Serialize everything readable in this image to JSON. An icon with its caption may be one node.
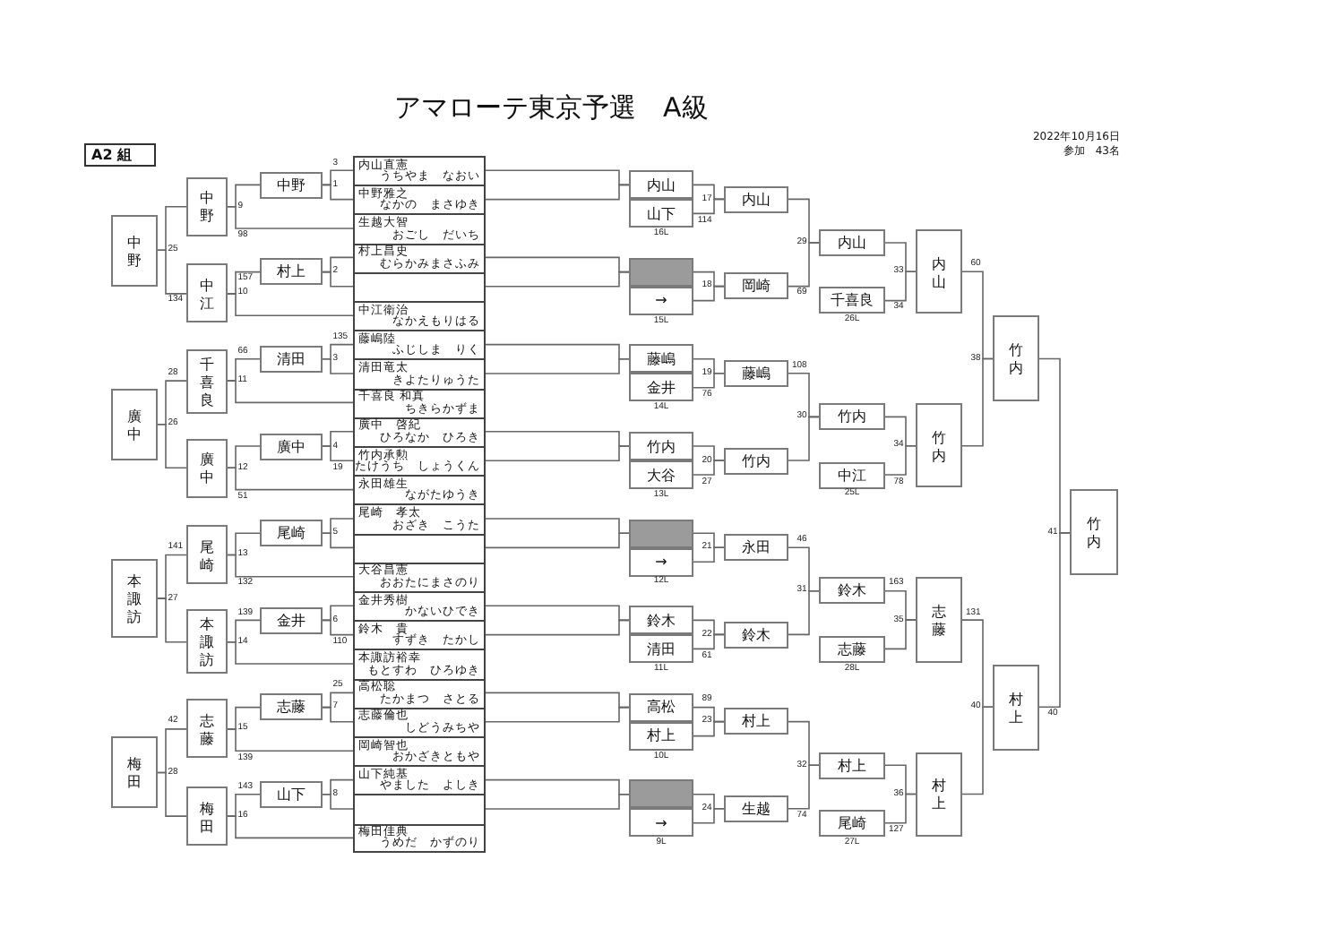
{
  "diagram": {
    "title": "アマローテ東京予選　A級",
    "nodes": [
      {
        "text": [
          "A2 組"
        ]
      },
      {
        "text": [
          "中野"
        ]
      },
      {
        "text": [
          "廣中"
        ]
      },
      {
        "text": [
          "本諏訪"
        ]
      },
      {
        "text": [
          "梅田"
        ]
      },
      {
        "text": [
          "中野"
        ]
      },
      {
        "text": [
          "中江"
        ]
      },
      {
        "text": [
          "千喜良"
        ]
      },
      {
        "text": [
          "廣中"
        ]
      },
      {
        "text": [
          "尾崎"
        ]
      },
      {
        "text": [
          "本諏訪"
        ]
      },
      {
        "text": [
          "志藤"
        ]
      },
      {
        "text": [
          "梅田"
        ]
      },
      {
        "text": [
          "中野"
        ]
      },
      {
        "text": [
          "村上"
        ]
      },
      {
        "text": [
          "清田"
        ]
      },
      {
        "text": [
          "廣中"
        ]
      },
      {
        "text": [
          "尾崎"
        ]
      },
      {
        "text": [
          "金井"
        ]
      },
      {
        "text": [
          "志藤"
        ]
      },
      {
        "text": [
          "山下"
        ]
      },
      {
        "text": [
          "内山直憲",
          "うちやま　なおい"
        ]
      },
      {
        "text": [
          "中野雅之",
          "なかの　まさゆき"
        ]
      },
      {
        "text": [
          "生越大智",
          "おごし　だいち"
        ]
      },
      {
        "text": [
          "村上昌史",
          "むらかみまさふみ"
        ]
      },
      {
        "text": [],
        "shape": "box"
      },
      {
        "text": [
          "中江衛治",
          "なかえもりはる"
        ]
      },
      {
        "text": [
          "藤嶋陸",
          "ふじしま　りく"
        ]
      },
      {
        "text": [
          "清田竜太",
          "きよたりゅうた"
        ]
      },
      {
        "text": [
          "千喜良 和真",
          "ちきらかずま"
        ]
      },
      {
        "text": [
          "廣中　啓紀",
          "ひろなか　ひろき"
        ]
      },
      {
        "text": [
          "竹内承勲",
          "たけうち　しょうくん"
        ]
      },
      {
        "text": [
          "永田雄生",
          "ながたゆうき"
        ]
      },
      {
        "text": [
          "尾崎　孝太",
          "おざき　こうた"
        ]
      },
      {
        "text": [],
        "shape": "box"
      },
      {
        "text": [
          "大谷昌憲",
          "おおたにまさのり"
        ]
      },
      {
        "text": [
          "金井秀樹",
          "かないひでき"
        ]
      },
      {
        "text": [
          "鈴木　貴",
          "すずき　たかし"
        ]
      },
      {
        "text": [
          "本諏訪裕幸",
          "もとすわ　ひろゆき"
        ]
      },
      {
        "text": [
          "高松聡",
          "たかまつ　さとる"
        ]
      },
      {
        "text": [
          "志藤倫也",
          "しどうみちや"
        ]
      },
      {
        "text": [
          "岡崎智也",
          "おかざきともや"
        ]
      },
      {
        "text": [
          "山下純基",
          "やました　よしき"
        ]
      },
      {
        "text": [],
        "shape": "box"
      },
      {
        "text": [
          "梅田佳典",
          "うめだ　かずのり"
        ]
      },
      {
        "text": [
          "内山"
        ]
      },
      {
        "text": [
          "山下"
        ],
        "beside": [
          "16L"
        ]
      },
      {
        "text": [],
        "shape": "box"
      },
      {
        "text": [
          "→"
        ],
        "beside": [
          "15L"
        ]
      },
      {
        "text": [
          "藤嶋"
        ]
      },
      {
        "text": [
          "金井"
        ],
        "beside": [
          "14L"
        ]
      },
      {
        "text": [
          "竹内"
        ]
      },
      {
        "text": [
          "大谷"
        ],
        "beside": [
          "13L"
        ]
      },
      {
        "text": [],
        "shape": "box"
      },
      {
        "text": [
          "→"
        ],
        "beside": [
          "12L"
        ]
      },
      {
        "text": [
          "鈴木"
        ]
      },
      {
        "text": [
          "清田"
        ],
        "beside": [
          "11L"
        ]
      },
      {
        "text": [
          "高松"
        ]
      },
      {
        "text": [
          "村上"
        ],
        "beside": [
          "10L"
        ]
      },
      {
        "text": [],
        "shape": "box"
      },
      {
        "text": [
          "→"
        ],
        "beside": [
          "9L"
        ]
      },
      {
        "text": [
          "内山"
        ]
      },
      {
        "text": [
          "岡崎"
        ]
      },
      {
        "text": [
          "藤嶋"
        ]
      },
      {
        "text": [
          "竹内"
        ]
      },
      {
        "text": [
          "永田"
        ]
      },
      {
        "text": [
          "鈴木"
        ]
      },
      {
        "text": [
          "村上"
        ]
      },
      {
        "text": [
          "生越"
        ]
      },
      {
        "text": [
          "内山"
        ]
      },
      {
        "text": [
          "千喜良"
        ],
        "beside": [
          "26L"
        ]
      },
      {
        "text": [
          "竹内"
        ]
      },
      {
        "text": [
          "中江"
        ],
        "beside": [
          "25L"
        ]
      },
      {
        "text": [
          "鈴木"
        ]
      },
      {
        "text": [
          "志藤"
        ],
        "beside": [
          "28L"
        ]
      },
      {
        "text": [
          "村上"
        ]
      },
      {
        "text": [
          "尾崎"
        ],
        "beside": [
          "27L"
        ]
      },
      {
        "text": [
          "内山"
        ]
      },
      {
        "text": [
          "竹内"
        ]
      },
      {
        "text": [
          "志藤"
        ]
      },
      {
        "text": [
          "村上"
        ]
      },
      {
        "text": [
          "竹内"
        ]
      },
      {
        "text": [
          "村上"
        ]
      },
      {
        "text": [
          "竹内"
        ]
      }
    ],
    "edges": [
      {
        "from": 21,
        "to": 13,
        "arrow": "none",
        "label": "1"
      },
      {
        "from": 22,
        "to": 13,
        "arrow": "none"
      },
      {
        "from": 24,
        "to": 14,
        "arrow": "none",
        "label": "2"
      },
      {
        "from": 25,
        "to": 14,
        "arrow": "none"
      },
      {
        "from": 27,
        "to": 15,
        "arrow": "none",
        "label": "3"
      },
      {
        "from": 28,
        "to": 15,
        "arrow": "none"
      },
      {
        "from": 30,
        "to": 16,
        "arrow": "none",
        "label": "4"
      },
      {
        "from": 31,
        "to": 16,
        "arrow": "none"
      },
      {
        "from": 33,
        "to": 17,
        "arrow": "none",
        "label": "5"
      },
      {
        "from": 34,
        "to": 17,
        "arrow": "none"
      },
      {
        "from": 36,
        "to": 18,
        "arrow": "none",
        "label": "6"
      },
      {
        "from": 37,
        "to": 18,
        "arrow": "none"
      },
      {
        "from": 39,
        "to": 19,
        "arrow": "none",
        "label": "7"
      },
      {
        "from": 40,
        "to": 19,
        "arrow": "none"
      },
      {
        "from": 42,
        "to": 20,
        "arrow": "none",
        "label": "8"
      },
      {
        "from": 43,
        "to": 20,
        "arrow": "none"
      },
      {
        "from": 13,
        "to": 5,
        "arrow": "none",
        "label": "9"
      },
      {
        "from": 23,
        "to": 5,
        "arrow": "none"
      },
      {
        "from": 14,
        "to": 6,
        "arrow": "none",
        "label": "10"
      },
      {
        "from": 26,
        "to": 6,
        "arrow": "none"
      },
      {
        "from": 15,
        "to": 7,
        "arrow": "none",
        "label": "11"
      },
      {
        "from": 29,
        "to": 7,
        "arrow": "none"
      },
      {
        "from": 16,
        "to": 8,
        "arrow": "none",
        "label": "12"
      },
      {
        "from": 32,
        "to": 8,
        "arrow": "none"
      },
      {
        "from": 17,
        "to": 9,
        "arrow": "none",
        "label": "13"
      },
      {
        "from": 35,
        "to": 9,
        "arrow": "none"
      },
      {
        "from": 18,
        "to": 10,
        "arrow": "none",
        "label": "14"
      },
      {
        "from": 38,
        "to": 10,
        "arrow": "none"
      },
      {
        "from": 19,
        "to": 11,
        "arrow": "none",
        "label": "15"
      },
      {
        "from": 41,
        "to": 11,
        "arrow": "none"
      },
      {
        "from": 20,
        "to": 12,
        "arrow": "none",
        "label": "16"
      },
      {
        "from": 44,
        "to": 12,
        "arrow": "none"
      },
      {
        "from": 5,
        "to": 1,
        "arrow": "none",
        "label": "25"
      },
      {
        "from": 6,
        "to": 1,
        "arrow": "none"
      },
      {
        "from": 7,
        "to": 2,
        "arrow": "none",
        "label": "26"
      },
      {
        "from": 8,
        "to": 2,
        "arrow": "none"
      },
      {
        "from": 9,
        "to": 3,
        "arrow": "none",
        "label": "27"
      },
      {
        "from": 10,
        "to": 3,
        "arrow": "none"
      },
      {
        "from": 11,
        "to": 4,
        "arrow": "none",
        "label": "28"
      },
      {
        "from": 12,
        "to": 4,
        "arrow": "none"
      },
      {
        "from": 21,
        "to": 45,
        "arrow": "none"
      },
      {
        "from": 22,
        "to": 45,
        "arrow": "none"
      },
      {
        "from": 24,
        "to": 47,
        "arrow": "none"
      },
      {
        "from": 25,
        "to": 47,
        "arrow": "none"
      },
      {
        "from": 27,
        "to": 49,
        "arrow": "none"
      },
      {
        "from": 28,
        "to": 49,
        "arrow": "none"
      },
      {
        "from": 30,
        "to": 51,
        "arrow": "none"
      },
      {
        "from": 31,
        "to": 51,
        "arrow": "none"
      },
      {
        "from": 33,
        "to": 53,
        "arrow": "none"
      },
      {
        "from": 34,
        "to": 53,
        "arrow": "none"
      },
      {
        "from": 36,
        "to": 55,
        "arrow": "none"
      },
      {
        "from": 37,
        "to": 55,
        "arrow": "none"
      },
      {
        "from": 39,
        "to": 57,
        "arrow": "none"
      },
      {
        "from": 40,
        "to": 57,
        "arrow": "none"
      },
      {
        "from": 42,
        "to": 59,
        "arrow": "none"
      },
      {
        "from": 43,
        "to": 59,
        "arrow": "none"
      },
      {
        "from": 45,
        "to": 61,
        "arrow": "none",
        "label": "17"
      },
      {
        "from": 46,
        "to": 61,
        "arrow": "none"
      },
      {
        "from": 47,
        "to": 62,
        "arrow": "none",
        "label": "18"
      },
      {
        "from": 48,
        "to": 62,
        "arrow": "none"
      },
      {
        "from": 49,
        "to": 63,
        "arrow": "none",
        "label": "19"
      },
      {
        "from": 50,
        "to": 63,
        "arrow": "none"
      },
      {
        "from": 51,
        "to": 64,
        "arrow": "none",
        "label": "20"
      },
      {
        "from": 52,
        "to": 64,
        "arrow": "none"
      },
      {
        "from": 53,
        "to": 65,
        "arrow": "none",
        "label": "21"
      },
      {
        "from": 54,
        "to": 65,
        "arrow": "none"
      },
      {
        "from": 55,
        "to": 66,
        "arrow": "none",
        "label": "22"
      },
      {
        "from": 56,
        "to": 66,
        "arrow": "none"
      },
      {
        "from": 57,
        "to": 67,
        "arrow": "none",
        "label": "23"
      },
      {
        "from": 58,
        "to": 67,
        "arrow": "none"
      },
      {
        "from": 59,
        "to": 68,
        "arrow": "none",
        "label": "24"
      },
      {
        "from": 60,
        "to": 68,
        "arrow": "none"
      },
      {
        "from": 61,
        "to": 69,
        "arrow": "none",
        "label": "29"
      },
      {
        "from": 62,
        "to": 69,
        "arrow": "none"
      },
      {
        "from": 63,
        "to": 71,
        "arrow": "none",
        "label": "30"
      },
      {
        "from": 64,
        "to": 71,
        "arrow": "none"
      },
      {
        "from": 65,
        "to": 73,
        "arrow": "none",
        "label": "31"
      },
      {
        "from": 66,
        "to": 73,
        "arrow": "none"
      },
      {
        "from": 67,
        "to": 75,
        "arrow": "none",
        "label": "32"
      },
      {
        "from": 68,
        "to": 75,
        "arrow": "none"
      },
      {
        "from": 69,
        "to": 77,
        "arrow": "none",
        "label": "33"
      },
      {
        "from": 70,
        "to": 77,
        "arrow": "none"
      },
      {
        "from": 71,
        "to": 78,
        "arrow": "none",
        "label": "34"
      },
      {
        "from": 72,
        "to": 78,
        "arrow": "none"
      },
      {
        "from": 73,
        "to": 79,
        "arrow": "none",
        "label": "35"
      },
      {
        "from": 74,
        "to": 79,
        "arrow": "none"
      },
      {
        "from": 75,
        "to": 80,
        "arrow": "none",
        "label": "36"
      },
      {
        "from": 76,
        "to": 80,
        "arrow": "none"
      },
      {
        "from": 77,
        "to": 81,
        "arrow": "none",
        "label": "38"
      },
      {
        "from": 78,
        "to": 81,
        "arrow": "none"
      },
      {
        "from": 79,
        "to": 82,
        "arrow": "none",
        "label": "40"
      },
      {
        "from": 80,
        "to": 82,
        "arrow": "none"
      },
      {
        "from": 81,
        "to": 83,
        "arrow": "none",
        "label": "41"
      },
      {
        "from": 82,
        "to": 83,
        "arrow": "none"
      }
    ],
    "labels": [
      "2022年10月16日",
      "参加　43名",
      "3",
      "98",
      "157",
      "134",
      "135",
      "66",
      "28",
      "19",
      "51",
      "141",
      "132",
      "139",
      "110",
      "25",
      "42",
      "139",
      "143",
      "114",
      "60",
      "69",
      "34",
      "108",
      "76",
      "27",
      "78",
      "46",
      "163",
      "131",
      "61",
      "89",
      "40",
      "74",
      "127"
    ]
  }
}
